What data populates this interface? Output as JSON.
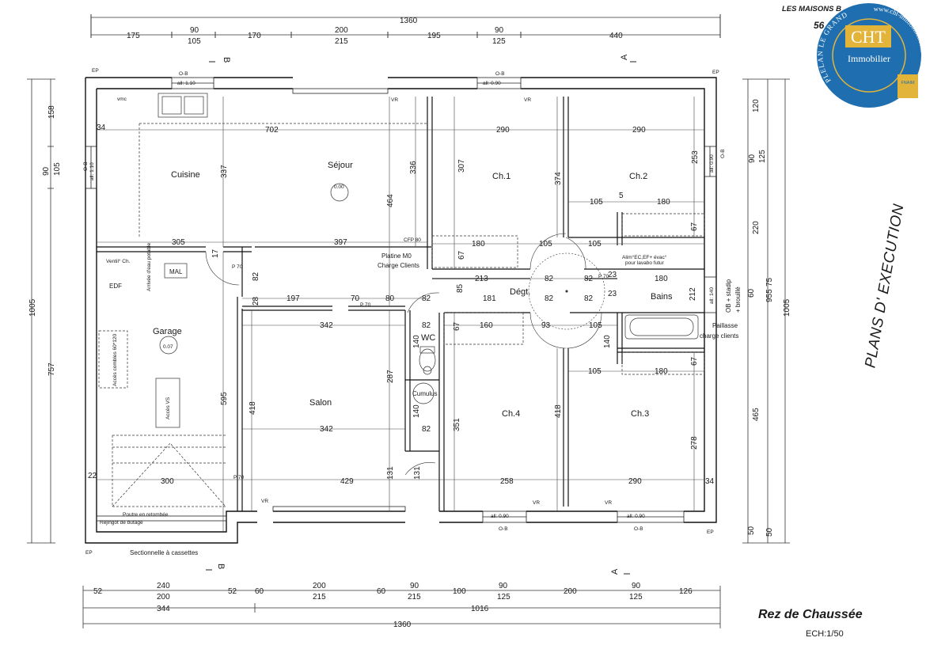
{
  "header": {
    "brand_text": "LES MAISONS B",
    "brand_code": "56"
  },
  "logo": {
    "initials": "CHT",
    "word": "Immobilier",
    "arc_left": "PLELAN LE GRAND",
    "arc_right": "www.cht-immobilier.com",
    "badge": "FNAIM",
    "colors": {
      "blue": "#1f6fb0",
      "gold": "#e2b43a",
      "white": "#ffffff"
    }
  },
  "title": {
    "vertical": "PLANS D' EXECUTION",
    "level": "Rez de Chaussée",
    "scale": "ECH:1/50"
  },
  "rooms": {
    "sejour": "Séjour",
    "cuisine": "Cuisine",
    "ch1": "Ch.1",
    "ch2": "Ch.2",
    "ch3": "Ch.3",
    "ch4": "Ch.4",
    "garage": "Garage",
    "salon": "Salon",
    "wc": "WC",
    "degt": "Dégt.",
    "bains": "Bains",
    "cumulus": "Cumulus",
    "mal": "MAL",
    "edf": "EDF"
  },
  "levels": {
    "main": "0.00",
    "garage": "0.07"
  },
  "notes": {
    "vmc": "vmc",
    "platine": "Platine M0",
    "charge_clients": "Charge Clients",
    "cfp": "CFP 80",
    "alim": "Alim°EC,EF+ évac°",
    "alim2": "pour lavabo futur",
    "paillasse": "Paillasse",
    "charge_clients2": "charge clients",
    "ob_stadip": "OB + stadip",
    "brouille": "+ brouillé",
    "poutre": "Poutre en retombée",
    "rejingot": "Rejingot de butage",
    "sectionnelle": "Sectionnelle à cassettes",
    "acces_combles": "Accès combles 60*120",
    "acces_vs": "Accès VS",
    "ventil": "Ventil° Ch.",
    "arrivee": "Arrivée d'eau potable",
    "vr": "VR",
    "ob": "O-B",
    "ep": "EP",
    "section_a": "A",
    "section_b": "B",
    "p70": "P 70",
    "al110": "all: 1.10",
    "al090": "all: 0.90",
    "al140": "all: 140"
  },
  "dims_top": {
    "total": "1360",
    "row1": [
      "175",
      "90",
      "170",
      "200",
      "195",
      "90",
      "440"
    ],
    "row1_sub": [
      "105",
      "215",
      "125"
    ]
  },
  "dims_bottom": {
    "row1": [
      "52",
      "240",
      "52",
      "60",
      "200",
      "60",
      "90",
      "100",
      "90",
      "200",
      "90",
      "126"
    ],
    "row1_sub": [
      "200",
      "215",
      "215",
      "125",
      "125"
    ],
    "row2": [
      "344",
      "1016"
    ],
    "total": "1360"
  },
  "dims_left": {
    "total": "1005",
    "row1": [
      "158",
      "90",
      "757"
    ],
    "row1_sub": [
      "105"
    ]
  },
  "dims_right": {
    "total": "1005",
    "col_a": [
      "120",
      "90",
      "220",
      "60",
      "465",
      "50"
    ],
    "col_a_sub": [
      "125"
    ],
    "col_b": [
      "955",
      "75",
      "50"
    ]
  },
  "dims_interior": {
    "d702": "702",
    "d290a": "290",
    "d290b": "290",
    "d305": "305",
    "d397": "397",
    "d337": "337",
    "d336": "336",
    "d307": "307",
    "d374": "374",
    "d253": "253",
    "d464": "464",
    "d105a": "105",
    "d180a": "180",
    "d180b": "180",
    "d105b": "105",
    "d105c": "105",
    "d67a": "67",
    "d67b": "67",
    "d213": "213",
    "d82a": "82",
    "d82b": "82",
    "d180c": "180",
    "d197": "197",
    "d70": "70",
    "d80": "80",
    "d181": "181",
    "d85": "85",
    "d342a": "342",
    "d82c": "82",
    "d160": "160",
    "d93": "93",
    "d105d": "105",
    "d180d": "180",
    "d140a": "140",
    "d140b": "140",
    "d67c": "67",
    "d67d": "67",
    "d287": "287",
    "d418a": "418",
    "d342b": "342",
    "d82d": "82",
    "d351": "351",
    "d418b": "418",
    "d278": "278",
    "d595": "595",
    "d300": "300",
    "d429": "429",
    "d258": "258",
    "d290c": "290",
    "d131a": "131",
    "d131b": "131",
    "d22": "22",
    "d34": "34",
    "d17": "17",
    "d28": "28",
    "d212": "212",
    "d23": "23",
    "d5": "5"
  }
}
